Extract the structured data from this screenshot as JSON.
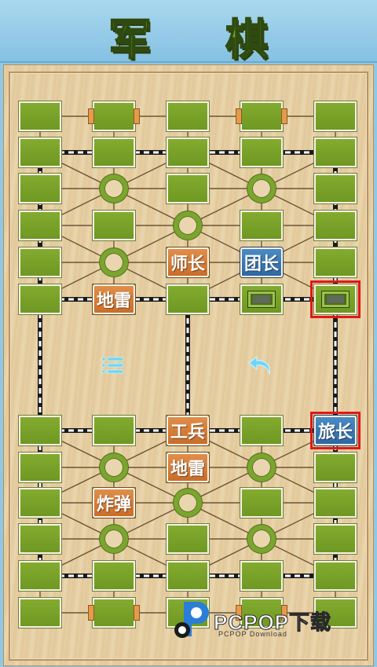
{
  "header": {
    "title": "军 棋"
  },
  "board": {
    "cols": 5,
    "rows": [
      0,
      1,
      2,
      3,
      4,
      5,
      6,
      7,
      8,
      9,
      10,
      11
    ],
    "camps": [
      [
        2,
        1
      ],
      [
        2,
        3
      ],
      [
        3,
        2
      ],
      [
        4,
        1
      ],
      [
        4,
        3
      ],
      [
        7,
        1
      ],
      [
        7,
        3
      ],
      [
        8,
        2
      ],
      [
        9,
        1
      ],
      [
        9,
        3
      ]
    ],
    "headquarters": [
      [
        0,
        1
      ],
      [
        0,
        3
      ],
      [
        11,
        1
      ],
      [
        11,
        3
      ]
    ],
    "pieces": [
      {
        "name": "enemy-piece-shizhang",
        "label": "师长",
        "side": "enemy",
        "color": "orange",
        "row": 4,
        "col": 2
      },
      {
        "name": "enemy-piece-tuanzhang",
        "label": "团长",
        "side": "enemy",
        "color": "blue",
        "row": 4,
        "col": 3
      },
      {
        "name": "enemy-piece-dilei",
        "label": "地雷",
        "side": "enemy",
        "color": "orange",
        "row": 5,
        "col": 1
      },
      {
        "name": "player-piece-gongbing",
        "label": "工兵",
        "side": "player",
        "color": "orange",
        "row": 6,
        "col": 2
      },
      {
        "name": "player-piece-lvzhang",
        "label": "旅长",
        "side": "player",
        "color": "blue",
        "row": 6,
        "col": 4
      },
      {
        "name": "player-piece-dilei",
        "label": "地雷",
        "side": "player",
        "color": "orange",
        "row": 7,
        "col": 2
      },
      {
        "name": "player-piece-zhadan",
        "label": "炸弹",
        "side": "player",
        "color": "orange",
        "row": 8,
        "col": 1
      }
    ],
    "move_markers": [
      {
        "row": 5,
        "col": 3
      },
      {
        "row": 5,
        "col": 4
      }
    ],
    "highlights": [
      {
        "row": 5,
        "col": 4
      },
      {
        "row": 6,
        "col": 4
      }
    ]
  },
  "controls": {
    "menu_icon": "list-icon",
    "undo_icon": "undo-icon"
  },
  "watermark": {
    "text": "PCPOP下载",
    "sub": "PCPOP Download"
  },
  "colors": {
    "cell_green": "#7aa52e",
    "piece_orange": "#d67a36",
    "piece_blue": "#3a78b6",
    "highlight_red": "#e01818",
    "header_blue": "#8fc8e6"
  }
}
